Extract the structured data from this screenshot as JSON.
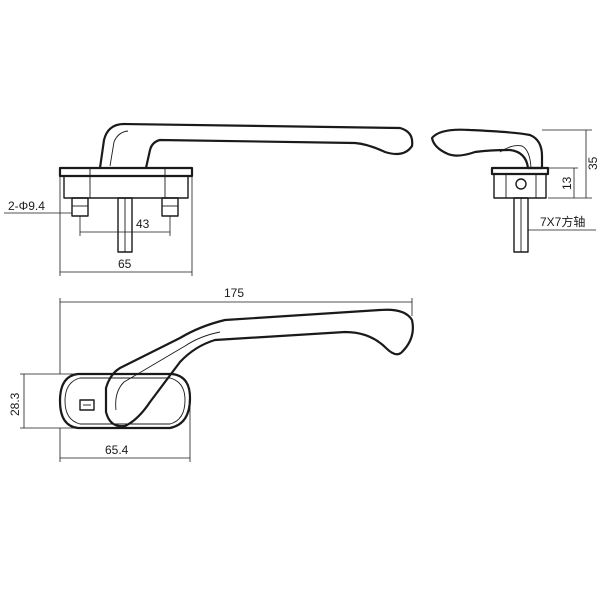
{
  "dimensions": {
    "holes": "2-Φ9.4",
    "spacing": "43",
    "base_width_top": "65",
    "overall_height": "35",
    "base_height": "13",
    "shaft": "7X7方轴",
    "length": "175",
    "base_height_front": "28.3",
    "base_width_front": "65.4"
  },
  "colors": {
    "line": "#1a1a1a",
    "background": "#ffffff"
  }
}
